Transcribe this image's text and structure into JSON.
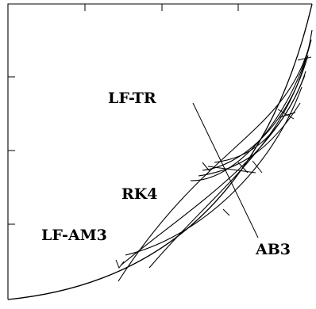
{
  "labels": {
    "lf_tr": "LF-TR",
    "rk4": "RK4",
    "lf_am3": "LF-AM3",
    "ab3": "AB3"
  }
}
